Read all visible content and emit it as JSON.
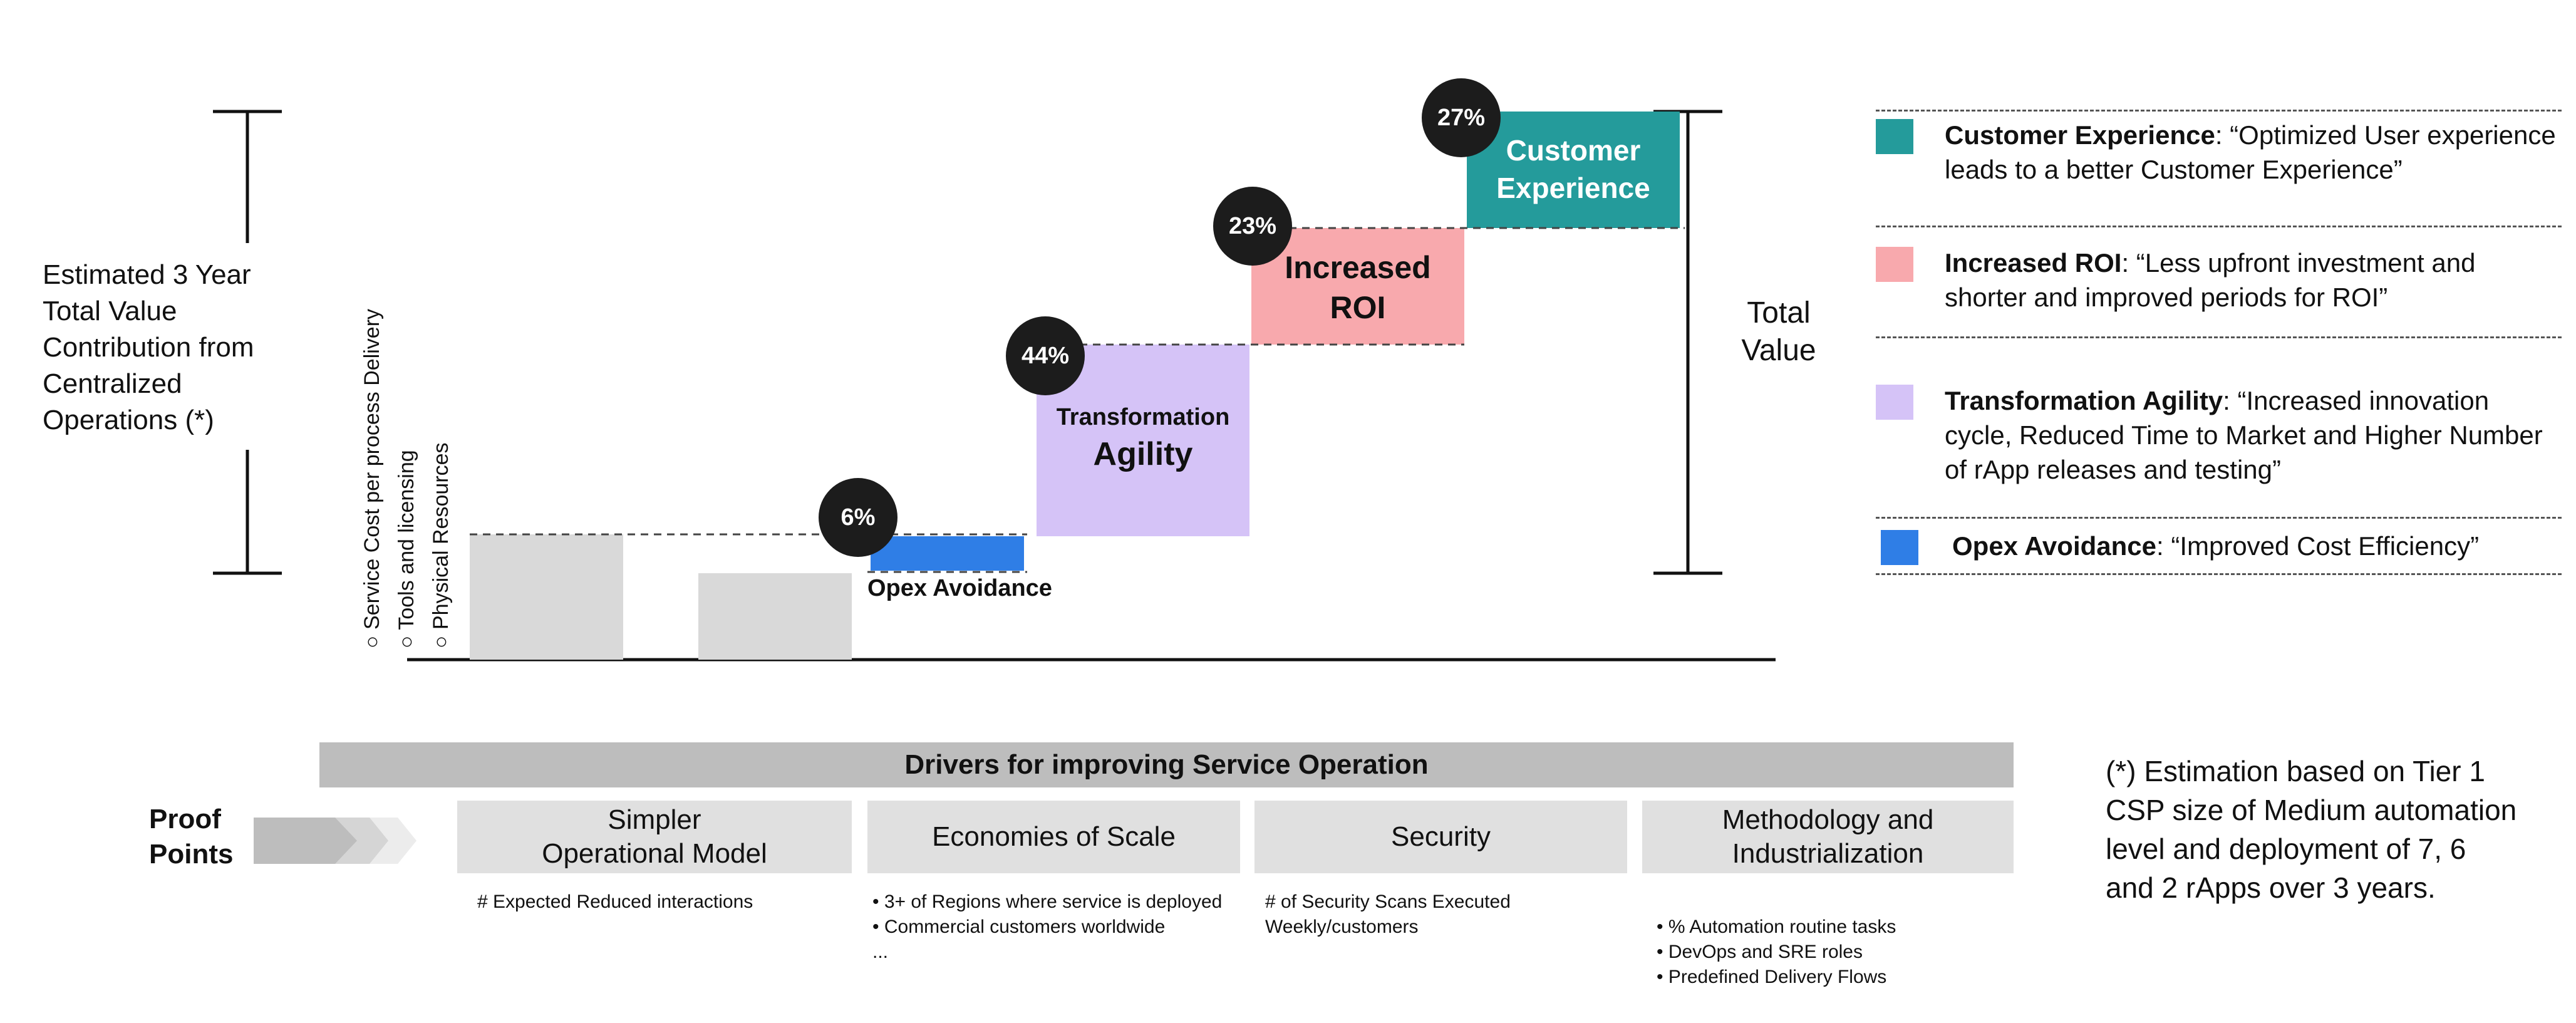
{
  "colors": {
    "customer_experience": "#249b9b",
    "increased_roi": "#f8a9ad",
    "transformation_agility": "#d5c3f7",
    "opex_avoidance": "#2f7ee6",
    "baseline_gray": "#d9d9d9",
    "badge": "#1c1c1c",
    "drivers_header": "#bdbdbd",
    "driver_box": "#e0e0e0"
  },
  "left_label": "Estimated 3 Year\nTotal Value\nContribution from\nCentralized\nOperations (*)",
  "right_label": "Total\nValue",
  "cost_items": [
    "○  Service Cost per process Delivery",
    "○  Tools and licensing",
    "○  Physical Resources"
  ],
  "bars": {
    "opex": {
      "label": "Opex Avoidance",
      "badge": "6%"
    },
    "agility": {
      "label_small": "Transformation",
      "label_large": "Agility",
      "badge": "44%"
    },
    "roi": {
      "label": "Increased\nROI",
      "badge": "23%"
    },
    "cx": {
      "label": "Customer\nExperience",
      "badge": "27%"
    }
  },
  "legend": [
    {
      "title": "Customer Experience",
      "desc": ": “Optimized User experience leads to a better Customer Experience”",
      "icon": "teal-square"
    },
    {
      "title": "Increased ROI",
      "desc": ": “Less upfront investment and shorter and improved periods for ROI”",
      "icon": "pink-square"
    },
    {
      "title": "Transformation Agility",
      "desc": ": “Increased innovation cycle, Reduced Time to Market and Higher Number of rApp releases and testing”",
      "icon": "lavender-square"
    },
    {
      "title": "Opex Avoidance",
      "desc": ": “Improved Cost Efficiency”",
      "icon": "blue-square"
    }
  ],
  "drivers": {
    "header": "Drivers for improving Service Operation",
    "proof_points": "Proof\nPoints",
    "items": [
      {
        "title": "Simpler\nOperational Model",
        "note": "# Expected Reduced interactions"
      },
      {
        "title": "Economies of Scale",
        "note": "• 3+ of Regions where service is deployed\n• Commercial customers worldwide\n..."
      },
      {
        "title": "Security",
        "note": "# of Security Scans Executed\nWeekly/customers"
      },
      {
        "title": "Methodology and\nIndustrialization",
        "note": "• % Automation routine tasks\n• DevOps and SRE roles\n• Predefined Delivery Flows"
      }
    ]
  },
  "footnote": "(*) Estimation based on Tier 1\nCSP size of Medium automation\nlevel and deployment of 7, 6\nand 2 rApps over 3 years."
}
